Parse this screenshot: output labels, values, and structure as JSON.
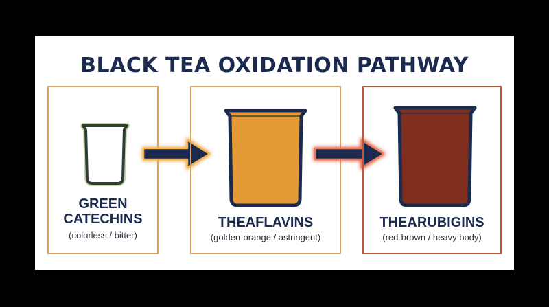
{
  "title": "BLACK TEA OXIDATION PATHWAY",
  "stages": [
    {
      "name_lines": [
        "GREEN",
        "CATECHINS"
      ],
      "description": "(colorless / bitter)",
      "fill_color": "#ffffff",
      "outline_color": "#2c3e36"
    },
    {
      "name_lines": [
        "THEAFLAVINS"
      ],
      "description": "(golden-orange / astringent)",
      "fill_color": "#e39a37",
      "outline_color": "#1b2a4e"
    },
    {
      "name_lines": [
        "THEARUBIGINS"
      ],
      "description": "(red-brown / heavy body)",
      "fill_color": "#7f2e1e",
      "outline_color": "#1b2a4e"
    }
  ],
  "colors": {
    "navy": "#1b2a4e",
    "panel_border_gold": "#d9a15a",
    "panel_border_red": "#c0553a",
    "arrow_glow_orange": "#f2a23a",
    "arrow_glow_red": "#e0563a"
  },
  "connectors": [
    "arrow-right-icon",
    "arrow-right-icon"
  ]
}
